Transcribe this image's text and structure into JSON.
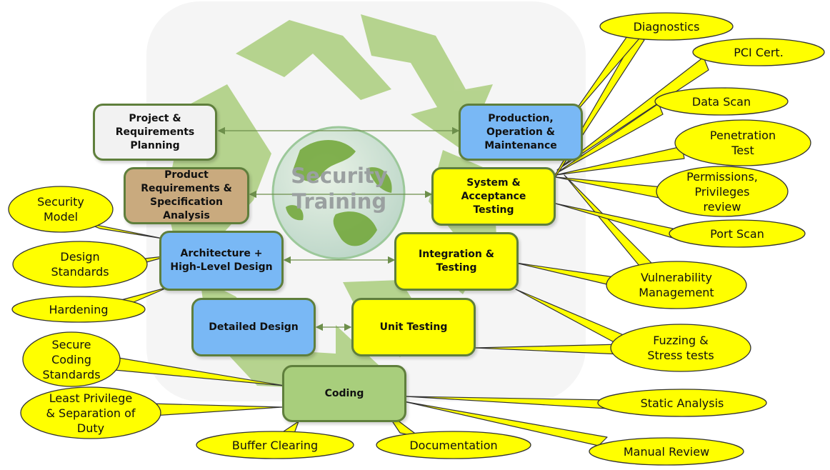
{
  "center_title": "Security\nTraining",
  "boxes": {
    "project": "Project &\nRequirements\nPlanning",
    "product": "Product\nRequirements &\nSpecification\nAnalysis",
    "architecture": "Architecture +\nHigh-Level Design",
    "detailed": "Detailed Design",
    "coding": "Coding",
    "unit": "Unit Testing",
    "integration": "Integration &\nTesting",
    "system": "System &\nAcceptance\nTesting",
    "production": "Production,\nOperation &\nMaintenance"
  },
  "callouts": {
    "security_model": "Security\nModel",
    "design_standards": "Design\nStandards",
    "hardening": "Hardening",
    "secure_coding": "Secure\nCoding\nStandards",
    "least_privilege": "Least Privilege\n& Separation of\nDuty",
    "buffer_clearing": "Buffer Clearing",
    "documentation": "Documentation",
    "manual_review": "Manual Review",
    "static_analysis": "Static Analysis",
    "fuzzing": "Fuzzing &\nStress tests",
    "vulnerability": "Vulnerability\nManagement",
    "port_scan": "Port Scan",
    "permissions": "Permissions,\nPrivileges\nreview",
    "penetration": "Penetration\nTest",
    "data_scan": "Data Scan",
    "pci": "PCI Cert.",
    "diagnostics": "Diagnostics"
  },
  "colors": {
    "callout_fill": "#ffff00",
    "box_border": "#5f7f3c",
    "blue_box": "#79b8f5",
    "yellow_box": "#ffff00",
    "green_box": "#a8ce7c",
    "tan_box": "#c9aa7e",
    "white_box": "#f2f2f2",
    "recycle_green": "#8fbf50",
    "globe_green": "#6ea534"
  },
  "icons": {
    "background": "recycle-arrows-icon",
    "center": "globe-icon"
  }
}
